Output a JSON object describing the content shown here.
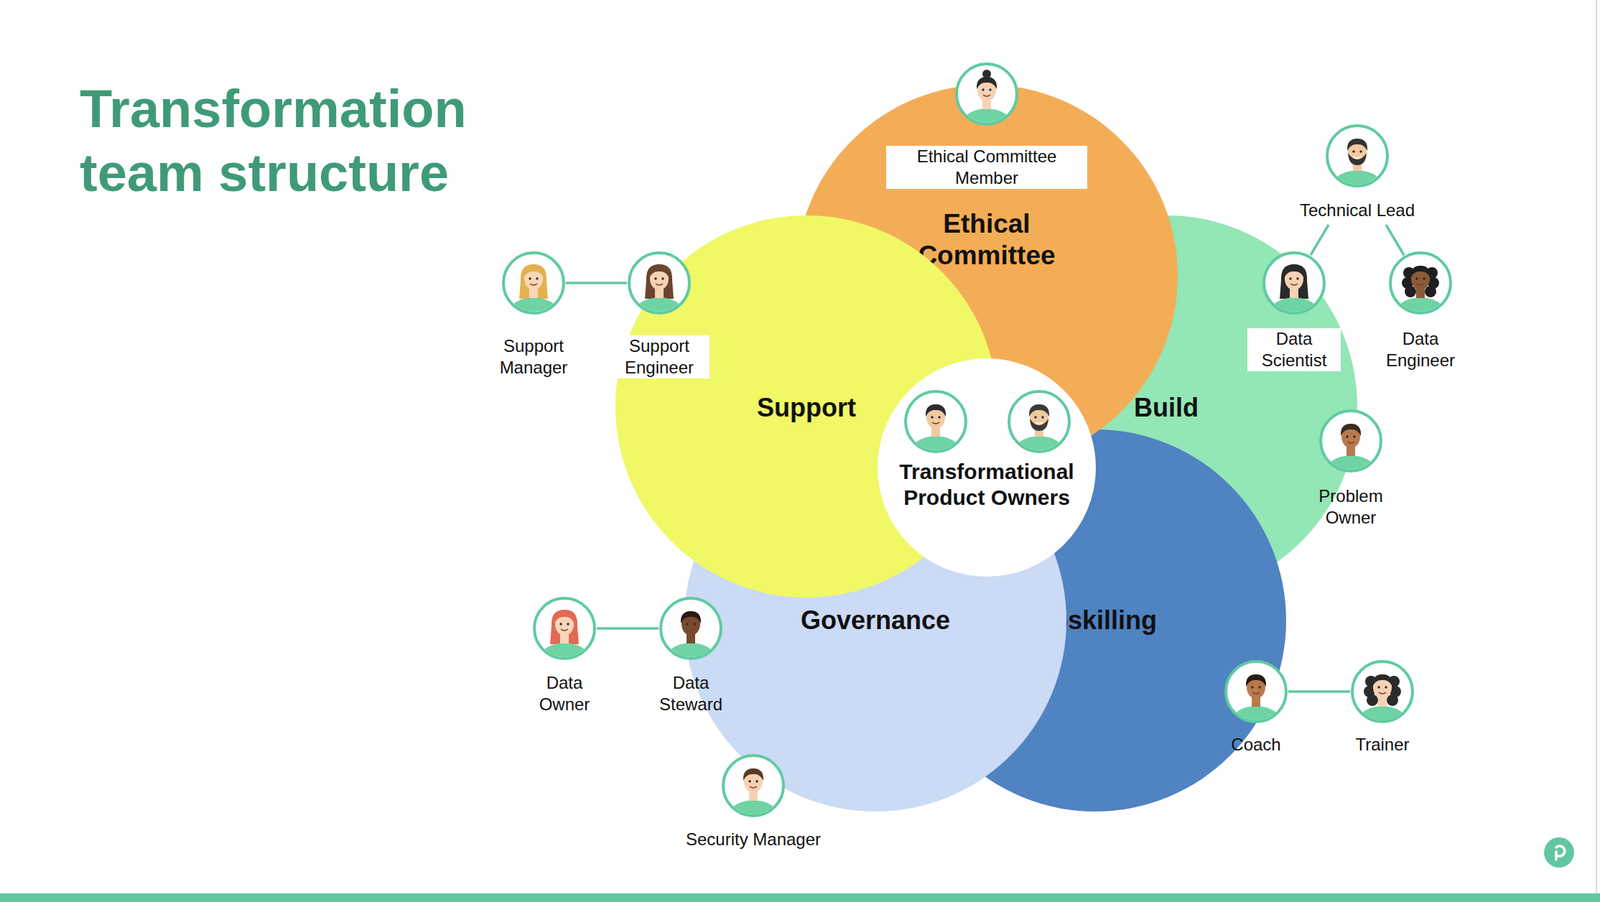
{
  "diagram": {
    "title": "Transformation team structure",
    "nodes": [
      {
        "text": [
          "Ethical Committee"
        ]
      },
      {
        "text": [
          "Support"
        ]
      },
      {
        "text": [
          "Build"
        ]
      },
      {
        "text": [
          "Governance"
        ]
      },
      {
        "text": [
          "Upskilling"
        ]
      },
      {
        "text": [
          "Transformational Product Owners"
        ]
      },
      {
        "text": [
          "Ethical Committee Member"
        ]
      },
      {
        "text": [
          "Technical Lead"
        ]
      },
      {
        "text": [
          "Support Manager"
        ]
      },
      {
        "text": [
          "Support Engineer"
        ]
      },
      {
        "text": [
          "Data Scientist"
        ]
      },
      {
        "text": [
          "Data Engineer"
        ]
      },
      {
        "text": [
          "Problem Owner"
        ]
      },
      {
        "text": [
          "Data Owner"
        ]
      },
      {
        "text": [
          "Data Steward"
        ]
      },
      {
        "text": [
          "Coach"
        ]
      },
      {
        "text": [
          "Trainer"
        ]
      },
      {
        "text": [
          "Security Manager"
        ]
      }
    ],
    "edges": [
      {
        "from": 8,
        "to": 9,
        "arrow": "none"
      },
      {
        "from": 7,
        "to": 10,
        "arrow": "none"
      },
      {
        "from": 7,
        "to": 11,
        "arrow": "none"
      },
      {
        "from": 13,
        "to": 14,
        "arrow": "none"
      },
      {
        "from": 15,
        "to": 16,
        "arrow": "none"
      }
    ]
  }
}
